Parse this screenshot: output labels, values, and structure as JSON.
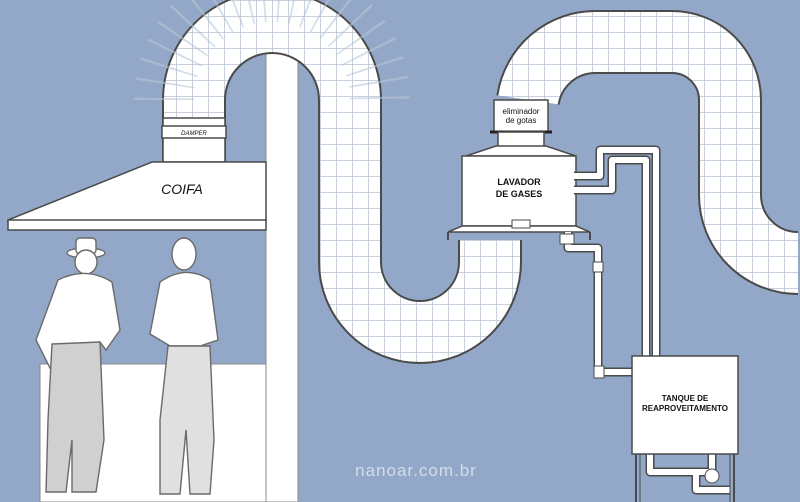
{
  "labels": {
    "coifa": "COIFA",
    "damper": "DAMPER",
    "eliminator_line1": "eliminador",
    "eliminator_line2": "de gotas",
    "scrubber_line1": "LAVADOR",
    "scrubber_line2": "DE GASES",
    "tank_line1": "TANQUE DE",
    "tank_line2": "REAPROVEITAMENTO",
    "watermark": "nanoar.com.br"
  },
  "colors": {
    "background": "#93a8c8",
    "equipment": "#ffffff",
    "outline": "#4a4a4a",
    "duct_ribs": "#b9c4d4",
    "people": "#c8c8c8"
  }
}
